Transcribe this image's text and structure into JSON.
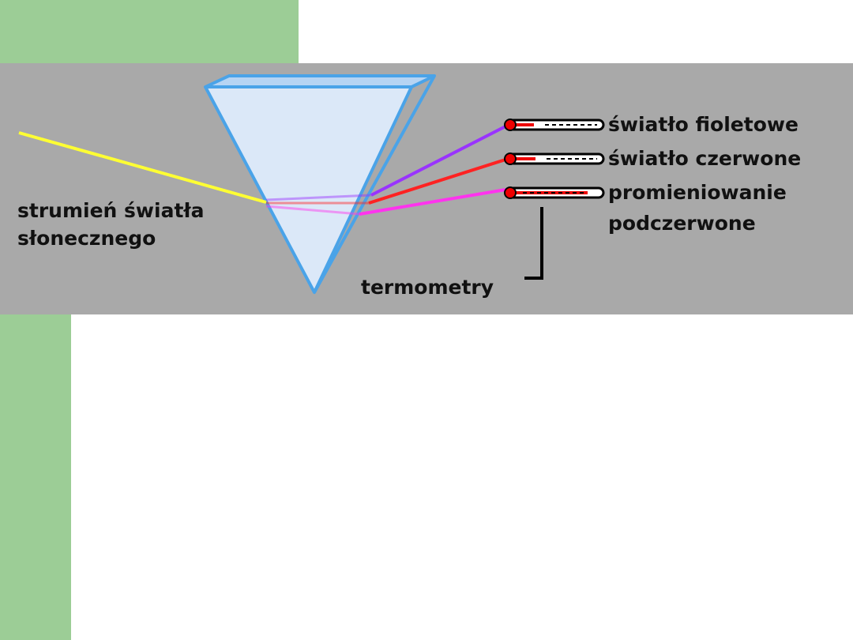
{
  "colors": {
    "background": "#ffffff",
    "accent_green": "#9ccd96",
    "panel_gray": "#a9a9a9",
    "prism_fill": "#dbe8f8",
    "prism_side": "#b6d4f3",
    "prism_edge": "#4aa3e8",
    "sunbeam": "#ffff33",
    "violet": "#9933ff",
    "red": "#ff2222",
    "magenta": "#ff33ee",
    "thermometer_bulb": "#ee0000"
  },
  "labels": {
    "sunlight_line1": "strumień światła",
    "sunlight_line2": "słonecznego",
    "violet_light": "światło fioletowe",
    "red_light": "światło czerwone",
    "infrared_line1": "promieniowanie",
    "infrared_line2": "podczerwone",
    "thermometers": "termometry"
  },
  "icons": {
    "prism": "triangular-prism-icon",
    "thermometer": "thermometer-icon"
  }
}
